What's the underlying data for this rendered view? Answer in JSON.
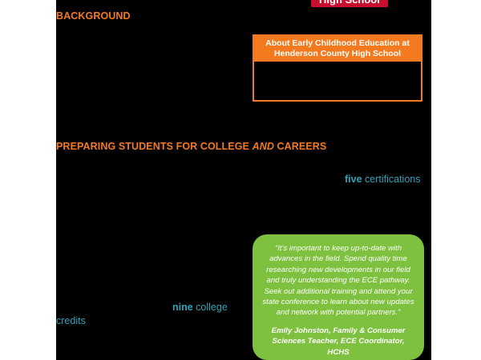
{
  "banner": {
    "text": "High School"
  },
  "sections": {
    "background": "BACKGROUND",
    "preparing_prefix": "PREPARING STUDENTS FOR COLLEGE ",
    "preparing_and": "AND",
    "preparing_suffix": " CAREERS"
  },
  "info_box": {
    "title": "About Early Childhood Education at Henderson County High School"
  },
  "inline_highlights": {
    "certs_number": "five",
    "certs_word": " certifications",
    "college_number": "nine",
    "college_word": " college",
    "credits_word": "credits"
  },
  "quote": {
    "text": "“It’s important to keep up-to-date with advances in the field. Spend quality time researching new developments in our field and truly understanding the ECE pathway. Seek out additional training and attend your state conference to learn about new updates and network with potential partners.”",
    "attribution": "Emily Johnston, Family & Consumer Sciences Teacher, ECE Coordinator, HCHS"
  },
  "colors": {
    "page_background": "#000000",
    "accent_orange": "#f47a20",
    "accent_teal": "#2ea3b8",
    "quote_green": "#7dc13f",
    "banner_red": "#c8102e"
  }
}
